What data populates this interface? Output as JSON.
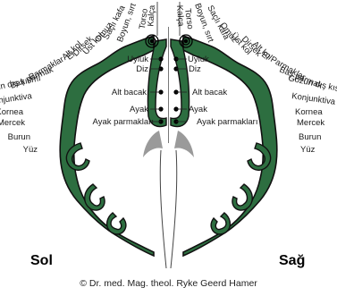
{
  "colors": {
    "cortex": "#2d6e40",
    "cortex_outline": "#111111",
    "ventricle": "#9a9a9a",
    "text": "#1a1a1a"
  },
  "labels": {
    "left_hemisphere": "Sol",
    "right_hemisphere": "Sağ",
    "copyright": "© Dr. med. Mag. theol. Ryke Geerd Hamer"
  },
  "center_labels": {
    "thigh": "Uyluk",
    "knee": "Diz",
    "lower_leg": "Alt bacak",
    "foot": "Ayak",
    "toes": "Ayak parmakları"
  },
  "left_labels": [
    "Kalça",
    "Torso",
    "Boyun, sırt",
    "Saçlı kafa",
    "Omuz",
    "Üst kol",
    "Dirsek",
    "Alt kol",
    "El",
    "Parmaklar",
    "Baş parmak",
    "Gözün dış kısmı",
    "Konjunktiva",
    "Kornea",
    "Mercek",
    "Burun",
    "Yüz"
  ],
  "right_labels": [
    "Kalça",
    "Torso",
    "Boyun, sırt",
    "Saçlı kafa",
    "Omuz",
    "Üst kol",
    "Dirsek",
    "Alt kol",
    "El",
    "Parmaklar",
    "Baş parmak",
    "Gözün dış kısmı",
    "Konjunktiva",
    "Kornea",
    "Mercek",
    "Burun",
    "Yüz"
  ]
}
